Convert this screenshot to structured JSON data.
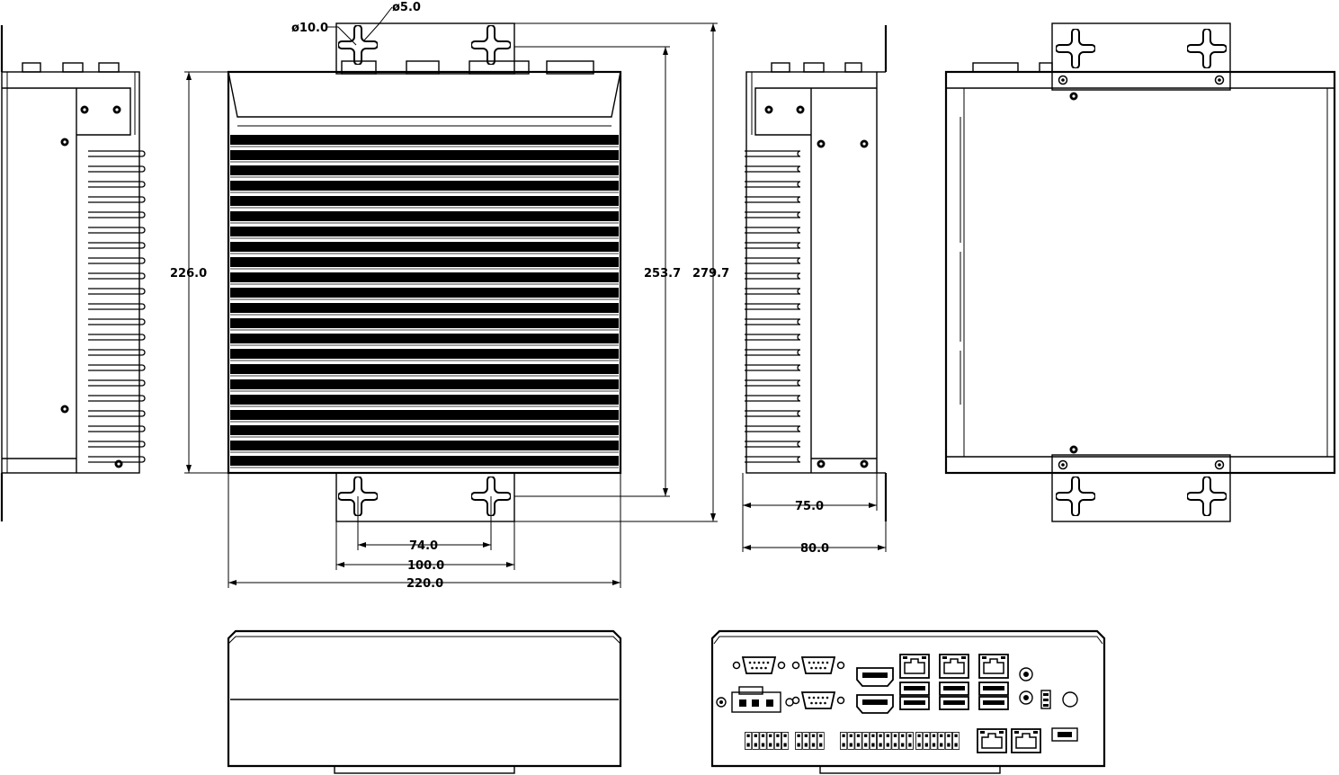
{
  "dimensions": {
    "height_226": "226.0",
    "height_253": "253.7",
    "height_279": "279.7",
    "width_74": "74.0",
    "width_100": "100.0",
    "width_220": "220.0",
    "depth_75": "75.0",
    "depth_80": "80.0",
    "hole_10": "ø10.0",
    "hole_5": "ø5.0"
  },
  "colors": {
    "line": "#000000",
    "background": "#ffffff"
  }
}
